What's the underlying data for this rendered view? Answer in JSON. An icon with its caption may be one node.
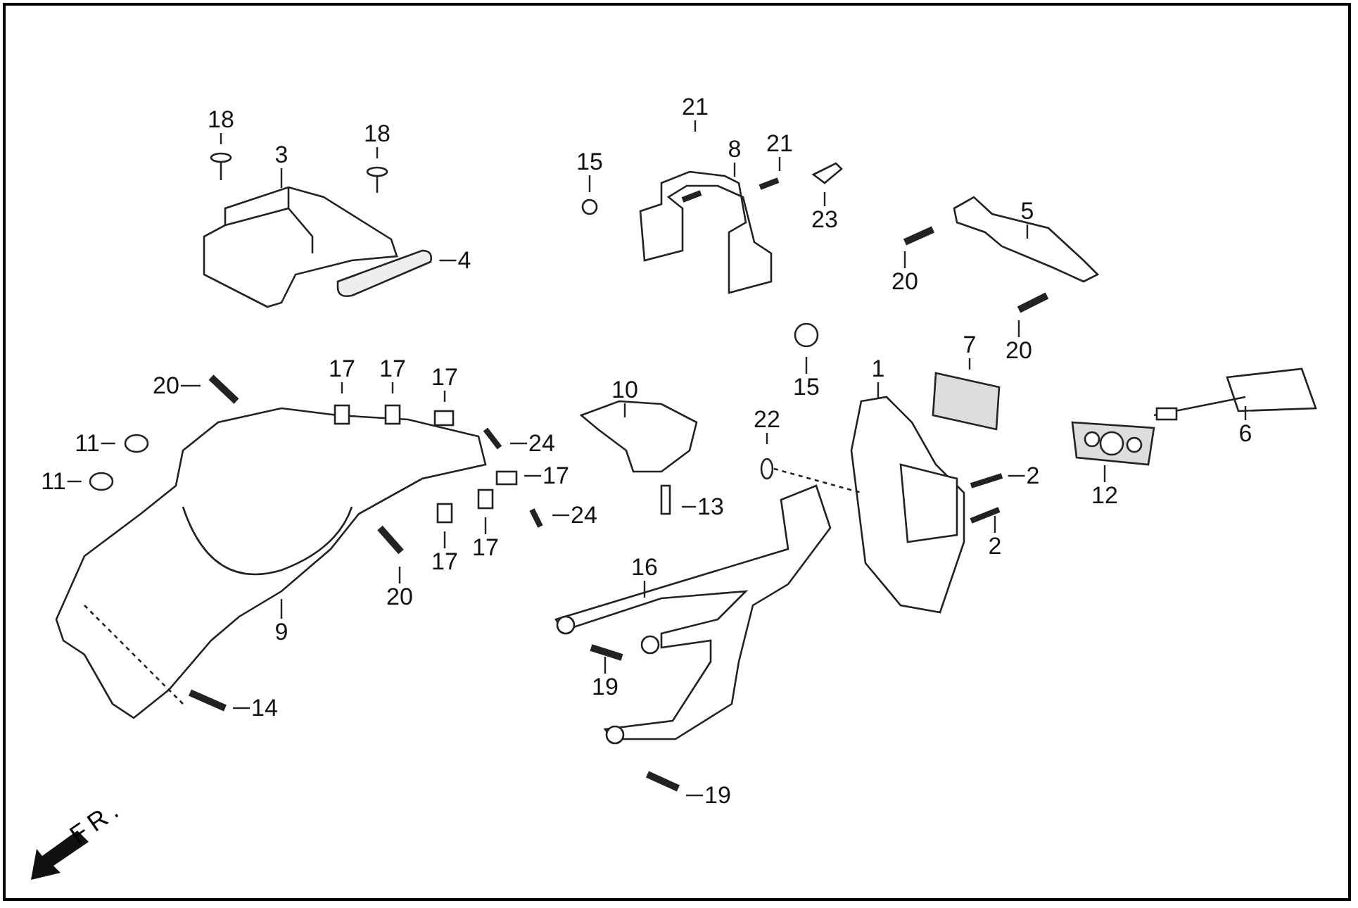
{
  "diagram": {
    "nodes": [
      {
        "text": [
          "18"
        ]
      },
      {
        "text": [
          "3"
        ]
      },
      {
        "text": [
          "18"
        ]
      },
      {
        "text": [
          "4"
        ]
      },
      {
        "text": [
          "21"
        ]
      },
      {
        "text": [
          "8"
        ]
      },
      {
        "text": [
          "21"
        ]
      },
      {
        "text": [
          "15"
        ]
      },
      {
        "text": [
          "23"
        ]
      },
      {
        "text": [
          "5"
        ]
      },
      {
        "text": [
          "20"
        ]
      },
      {
        "text": [
          "20"
        ]
      },
      {
        "text": [
          "15"
        ]
      },
      {
        "text": [
          "17"
        ]
      },
      {
        "text": [
          "17"
        ]
      },
      {
        "text": [
          "17"
        ]
      },
      {
        "text": [
          "20"
        ]
      },
      {
        "text": [
          "11"
        ]
      },
      {
        "text": [
          "10"
        ]
      },
      {
        "text": [
          "22"
        ]
      },
      {
        "text": [
          "1"
        ]
      },
      {
        "text": [
          "7"
        ]
      },
      {
        "text": [
          "6"
        ]
      },
      {
        "text": [
          "24"
        ]
      },
      {
        "text": [
          "11"
        ]
      },
      {
        "text": [
          "17"
        ]
      },
      {
        "text": [
          "24"
        ]
      },
      {
        "text": [
          "12"
        ]
      },
      {
        "text": [
          "2"
        ]
      },
      {
        "text": [
          "2"
        ]
      },
      {
        "text": [
          "13"
        ]
      },
      {
        "text": [
          "17"
        ]
      },
      {
        "text": [
          "17"
        ]
      },
      {
        "text": [
          "9"
        ]
      },
      {
        "text": [
          "20"
        ]
      },
      {
        "text": [
          "16"
        ]
      },
      {
        "text": [
          "19"
        ]
      },
      {
        "text": [
          "14"
        ]
      },
      {
        "text": [
          "19"
        ]
      }
    ],
    "edges": [
      {
        "from": 0,
        "to": null,
        "arrow": "none"
      },
      {
        "from": 1,
        "to": null,
        "arrow": "none"
      },
      {
        "from": 2,
        "to": null,
        "arrow": "none"
      },
      {
        "from": 3,
        "to": null,
        "arrow": "none"
      },
      {
        "from": 4,
        "to": null,
        "arrow": "none"
      },
      {
        "from": 5,
        "to": null,
        "arrow": "none"
      },
      {
        "from": 6,
        "to": null,
        "arrow": "none"
      },
      {
        "from": 7,
        "to": null,
        "arrow": "none"
      },
      {
        "from": 8,
        "to": null,
        "arrow": "none"
      },
      {
        "from": 9,
        "to": null,
        "arrow": "none"
      },
      {
        "from": 10,
        "to": null,
        "arrow": "none"
      },
      {
        "from": 11,
        "to": null,
        "arrow": "none"
      },
      {
        "from": 12,
        "to": null,
        "arrow": "none"
      },
      {
        "from": 13,
        "to": null,
        "arrow": "none"
      },
      {
        "from": 14,
        "to": null,
        "arrow": "none"
      },
      {
        "from": 15,
        "to": null,
        "arrow": "none"
      },
      {
        "from": 16,
        "to": null,
        "arrow": "none"
      },
      {
        "from": 17,
        "to": null,
        "arrow": "none"
      },
      {
        "from": 18,
        "to": null,
        "arrow": "none"
      },
      {
        "from": 19,
        "to": null,
        "arrow": "none"
      },
      {
        "from": 20,
        "to": null,
        "arrow": "none"
      },
      {
        "from": 21,
        "to": null,
        "arrow": "none"
      },
      {
        "from": 22,
        "to": null,
        "arrow": "none"
      },
      {
        "from": 23,
        "to": null,
        "arrow": "none"
      },
      {
        "from": 24,
        "to": null,
        "arrow": "none"
      },
      {
        "from": 25,
        "to": null,
        "arrow": "none"
      },
      {
        "from": 26,
        "to": null,
        "arrow": "none"
      },
      {
        "from": 27,
        "to": null,
        "arrow": "none"
      },
      {
        "from": 28,
        "to": null,
        "arrow": "none"
      },
      {
        "from": 29,
        "to": null,
        "arrow": "none"
      },
      {
        "from": 30,
        "to": null,
        "arrow": "none"
      },
      {
        "from": 31,
        "to": null,
        "arrow": "none"
      },
      {
        "from": 32,
        "to": null,
        "arrow": "none"
      },
      {
        "from": 33,
        "to": null,
        "arrow": "none"
      },
      {
        "from": 34,
        "to": null,
        "arrow": "none"
      },
      {
        "from": 35,
        "to": null,
        "arrow": "none"
      },
      {
        "from": 36,
        "to": null,
        "arrow": "none"
      },
      {
        "from": 37,
        "to": null,
        "arrow": "none"
      },
      {
        "from": 38,
        "to": null,
        "arrow": "none"
      }
    ],
    "labels": [
      "FR."
    ]
  }
}
